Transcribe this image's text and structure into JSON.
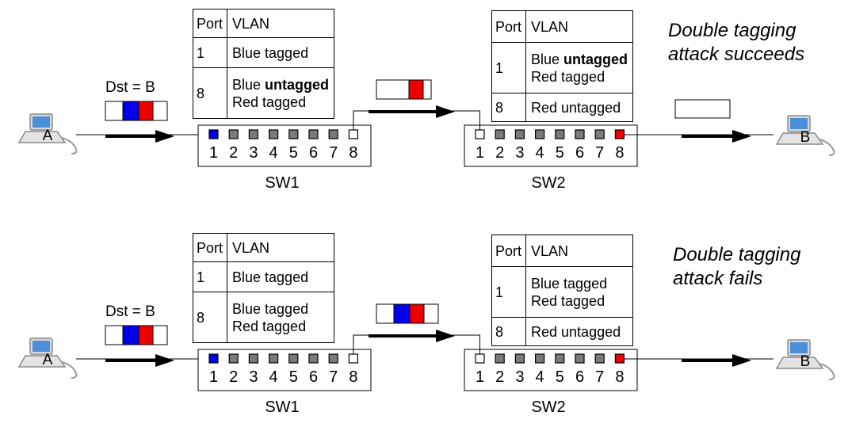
{
  "colors": {
    "blue": "#0000ee",
    "red": "#ee0000",
    "port_gray": "#7a7a7a",
    "line": "#000000"
  },
  "port_numbers": [
    "1",
    "2",
    "3",
    "4",
    "5",
    "6",
    "7",
    "8"
  ],
  "scenarios": [
    {
      "caption_line1": "Double tagging",
      "caption_line2": "attack succeeds",
      "host_a": "A",
      "host_b": "B",
      "dst_label": "Dst = B",
      "sw1_name": "SW1",
      "sw2_name": "SW2",
      "sw1_table": {
        "header": [
          "Port",
          "VLAN"
        ],
        "rows": [
          {
            "port": "1",
            "line1_pre": "Blue ",
            "line1_bold": "tagged",
            "line1_bold_is_bold": false,
            "line2": ""
          },
          {
            "port": "8",
            "line1_pre": "Blue ",
            "line1_bold": "untagged",
            "line1_bold_is_bold": true,
            "line2": "Red tagged"
          }
        ]
      },
      "sw2_table": {
        "header": [
          "Port",
          "VLAN"
        ],
        "rows": [
          {
            "port": "1",
            "line1_pre": "Blue ",
            "line1_bold": "untagged",
            "line1_bold_is_bold": true,
            "line2": "Red tagged"
          },
          {
            "port": "8",
            "line1_pre": "Red ",
            "line1_bold": "untagged",
            "line1_bold_is_bold": false,
            "line2": ""
          }
        ]
      },
      "frame_in": [
        "white",
        "blue",
        "red",
        "white"
      ],
      "frame_mid": [
        "white",
        "red",
        "white"
      ],
      "frame_out_shown": true,
      "sw1_active_ports": {
        "1": "blue",
        "8": "white"
      },
      "sw2_active_ports": {
        "1": "white",
        "8": "red"
      }
    },
    {
      "caption_line1": "Double tagging",
      "caption_line2": "attack fails",
      "host_a": "A",
      "host_b": "B",
      "dst_label": "Dst = B",
      "sw1_name": "SW1",
      "sw2_name": "SW2",
      "sw1_table": {
        "header": [
          "Port",
          "VLAN"
        ],
        "rows": [
          {
            "port": "1",
            "line1_pre": "Blue ",
            "line1_bold": "tagged",
            "line1_bold_is_bold": false,
            "line2": ""
          },
          {
            "port": "8",
            "line1_pre": "Blue ",
            "line1_bold": "tagged",
            "line1_bold_is_bold": false,
            "line2": "Red tagged"
          }
        ]
      },
      "sw2_table": {
        "header": [
          "Port",
          "VLAN"
        ],
        "rows": [
          {
            "port": "1",
            "line1_pre": "Blue ",
            "line1_bold": "tagged",
            "line1_bold_is_bold": false,
            "line2": "Red tagged"
          },
          {
            "port": "8",
            "line1_pre": "Red ",
            "line1_bold": "untagged",
            "line1_bold_is_bold": false,
            "line2": ""
          }
        ]
      },
      "frame_in": [
        "white",
        "blue",
        "red",
        "white"
      ],
      "frame_mid": [
        "white",
        "blue",
        "red",
        "white"
      ],
      "frame_out_shown": false,
      "sw1_active_ports": {
        "1": "blue",
        "8": "white"
      },
      "sw2_active_ports": {
        "1": "white",
        "8": "red"
      }
    }
  ]
}
